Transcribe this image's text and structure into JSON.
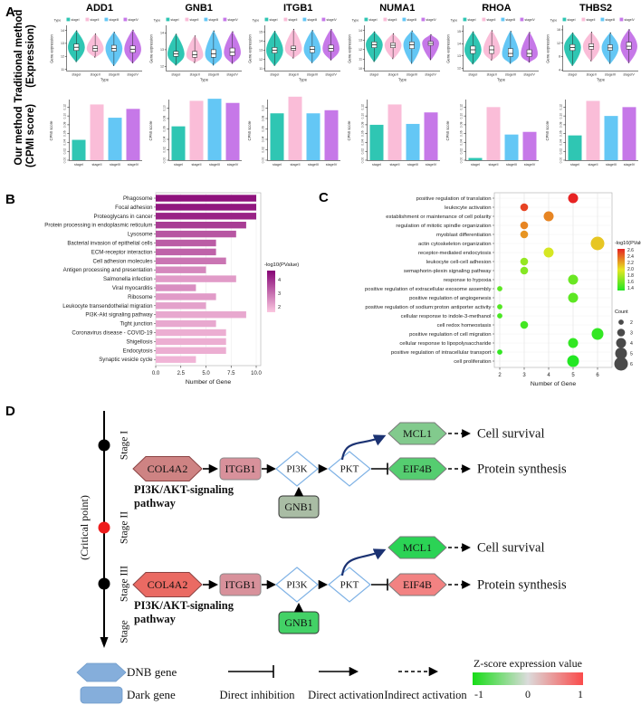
{
  "labels": {
    "a": "A",
    "b": "B",
    "c": "C",
    "d": "D"
  },
  "chart_data": [
    {
      "panel": "A-top",
      "type": "area",
      "variant": "violin",
      "row_label": [
        "Traditional method",
        "(Expression)"
      ],
      "legend_title": "Type",
      "ylabel": "Gene expression",
      "xlabel": "Type",
      "categories": [
        "stageI",
        "stageII",
        "stageIII",
        "stageIV"
      ],
      "stage_colors": [
        "#2FC6B3",
        "#FABDD8",
        "#64C7F5",
        "#C678E8"
      ],
      "genes": [
        {
          "name": "ADD1",
          "ylim": [
            10.9,
            14.25
          ],
          "yticks": [
            11,
            12,
            13,
            14
          ],
          "stats": [
            [
              11.55,
              14.0,
              12.45,
              12.95,
              12.7
            ],
            [
              11.9,
              13.75,
              12.4,
              12.8,
              12.6
            ],
            [
              11.25,
              13.9,
              12.4,
              12.85,
              12.6
            ],
            [
              11.45,
              14.05,
              12.3,
              12.8,
              12.55
            ]
          ]
        },
        {
          "name": "GNB1",
          "ylim": [
            11.75,
            14.35
          ],
          "yticks": [
            12,
            13,
            14
          ],
          "stats": [
            [
              12.05,
              13.95,
              12.6,
              12.9,
              12.75
            ],
            [
              12.2,
              13.85,
              12.55,
              12.9,
              12.7
            ],
            [
              12.05,
              14.15,
              12.55,
              13.0,
              12.75
            ],
            [
              12.15,
              14.1,
              12.65,
              13.1,
              12.85
            ]
          ]
        },
        {
          "name": "ITGB1",
          "ylim": [
            10.8,
            15.5
          ],
          "yticks": [
            11,
            12,
            13,
            14,
            15
          ],
          "stats": [
            [
              11.3,
              15.1,
              12.7,
              13.3,
              13.0
            ],
            [
              12.1,
              15.3,
              13.0,
              13.45,
              13.2
            ],
            [
              11.6,
              15.2,
              12.75,
              13.4,
              13.1
            ],
            [
              11.9,
              15.3,
              12.9,
              13.55,
              13.2
            ]
          ]
        },
        {
          "name": "NUMA1",
          "ylim": [
            9.8,
            14.35
          ],
          "yticks": [
            10,
            11,
            12,
            13,
            14
          ],
          "stats": [
            [
              10.7,
              13.9,
              12.2,
              12.8,
              12.5
            ],
            [
              11.0,
              13.7,
              12.2,
              12.7,
              12.45
            ],
            [
              10.5,
              14.0,
              12.1,
              12.8,
              12.5
            ],
            [
              10.9,
              13.6,
              12.45,
              12.85,
              12.65
            ]
          ]
        },
        {
          "name": "RHOA",
          "ylim": [
            11.8,
            15.35
          ],
          "yticks": [
            12,
            13,
            14,
            15
          ],
          "stats": [
            [
              12.3,
              15.0,
              13.2,
              13.8,
              13.5
            ],
            [
              12.6,
              15.1,
              13.2,
              13.8,
              13.5
            ],
            [
              12.35,
              15.05,
              12.95,
              13.6,
              13.2
            ],
            [
              12.45,
              14.95,
              12.95,
              13.5,
              13.2
            ]
          ]
        },
        {
          "name": "THBS2",
          "ylim": [
            3.8,
            16.8
          ],
          "yticks": [
            4,
            8,
            12,
            16
          ],
          "stats": [
            [
              5.2,
              15.2,
              9.8,
              11.6,
              10.7
            ],
            [
              6.5,
              15.4,
              10.2,
              11.8,
              11.0
            ],
            [
              5.8,
              15.2,
              9.9,
              11.5,
              10.6
            ],
            [
              6.0,
              16.2,
              10.2,
              12.3,
              11.1
            ]
          ]
        }
      ]
    },
    {
      "panel": "A-bottom",
      "type": "bar",
      "row_label": [
        "Our method",
        "(CPMI score)"
      ],
      "ylabel": "CPMI score",
      "categories": [
        "stageI",
        "stageII",
        "stageIII",
        "stageIV"
      ],
      "stage_colors": [
        "#2FC6B3",
        "#FABDD8",
        "#64C7F5",
        "#C678E8"
      ],
      "genes": [
        {
          "name": "ADD1",
          "yticks": [
            0,
            0.02,
            0.04,
            0.06,
            0.08,
            0.1,
            0.12
          ],
          "values": [
            0.046,
            0.126,
            0.096,
            0.116
          ]
        },
        {
          "name": "GNB1",
          "yticks": [
            0,
            0.02,
            0.04,
            0.06,
            0.08,
            0.1
          ],
          "values": [
            0.065,
            0.114,
            0.118,
            0.11
          ]
        },
        {
          "name": "ITGB1",
          "yticks": [
            0,
            0.02,
            0.04,
            0.06,
            0.08,
            0.1
          ],
          "values": [
            0.09,
            0.122,
            0.09,
            0.096
          ]
        },
        {
          "name": "NUMA1",
          "yticks": [
            0,
            0.02,
            0.04,
            0.06,
            0.08,
            0.1,
            0.12
          ],
          "values": [
            0.08,
            0.126,
            0.082,
            0.108
          ]
        },
        {
          "name": "RHOA",
          "yticks": [
            0,
            0.02,
            0.04,
            0.06,
            0.08,
            0.1,
            0.12
          ],
          "values": [
            0.005,
            0.12,
            0.058,
            0.064
          ]
        },
        {
          "name": "THBS2",
          "yticks": [
            0,
            0.02,
            0.04,
            0.06,
            0.08,
            0.1,
            0.12
          ],
          "values": [
            0.056,
            0.134,
            0.1,
            0.12
          ]
        }
      ]
    },
    {
      "panel": "B",
      "type": "bar",
      "orientation": "horizontal",
      "xlabel": "Number of Gene",
      "xticks": [
        0.0,
        2.5,
        5.0,
        7.5,
        10.0
      ],
      "xlim": [
        0,
        10.45
      ],
      "legend_title": "-log10(PValue)",
      "legend_ticks": [
        4,
        3,
        2
      ],
      "rows": [
        {
          "term": "Phagosome",
          "genes": 10,
          "neglog10p": 4.5
        },
        {
          "term": "Focal adhesion",
          "genes": 10,
          "neglog10p": 4.4
        },
        {
          "term": "Proteoglycans in cancer",
          "genes": 10,
          "neglog10p": 4.2
        },
        {
          "term": "Protein processing in endoplasmic reticulum",
          "genes": 9,
          "neglog10p": 3.8
        },
        {
          "term": "Lysosome",
          "genes": 8,
          "neglog10p": 3.4
        },
        {
          "term": "Bacterial invasion of epithelial cells",
          "genes": 6,
          "neglog10p": 3.3
        },
        {
          "term": "ECM-receptor interaction",
          "genes": 6,
          "neglog10p": 3.2
        },
        {
          "term": "Cell adhesion molecules",
          "genes": 7,
          "neglog10p": 2.9
        },
        {
          "term": "Antigen processing and presentation",
          "genes": 5,
          "neglog10p": 2.6
        },
        {
          "term": "Salmonella infection",
          "genes": 8,
          "neglog10p": 2.3
        },
        {
          "term": "Viral myocarditis",
          "genes": 4,
          "neglog10p": 2.5
        },
        {
          "term": "Ribosome",
          "genes": 6,
          "neglog10p": 2.3
        },
        {
          "term": "Leukocyte transendothelial migration",
          "genes": 5,
          "neglog10p": 2.2
        },
        {
          "term": "PI3K-Akt signaling pathway",
          "genes": 9,
          "neglog10p": 2.1
        },
        {
          "term": "Tight junction",
          "genes": 6,
          "neglog10p": 2.1
        },
        {
          "term": "Coronavirus disease - COVID-19",
          "genes": 7,
          "neglog10p": 2.0
        },
        {
          "term": "Shigellosis",
          "genes": 7,
          "neglog10p": 2.0
        },
        {
          "term": "Endocytosis",
          "genes": 7,
          "neglog10p": 2.0
        },
        {
          "term": "Synaptic vesicle cycle",
          "genes": 4,
          "neglog10p": 1.9
        }
      ]
    },
    {
      "panel": "C",
      "type": "scatter",
      "xlabel": "Number of Gene",
      "xticks": [
        2,
        3,
        4,
        5,
        6
      ],
      "color_legend_title": "-log10(PValue)",
      "color_legend_ticks": [
        2.6,
        2.4,
        2.2,
        2.0,
        1.8,
        1.6,
        1.4
      ],
      "size_legend_title": "Count",
      "size_legend_values": [
        2,
        3,
        4,
        5,
        6
      ],
      "rows": [
        {
          "term": "positive regulation of translation",
          "genes": 5,
          "neglog10p": 2.6,
          "count": 4
        },
        {
          "term": "leukocyte activation",
          "genes": 3,
          "neglog10p": 2.5,
          "count": 3
        },
        {
          "term": "establishment or maintenance of cell polarity",
          "genes": 4,
          "neglog10p": 2.3,
          "count": 4
        },
        {
          "term": "regulation of mitotic spindle organization",
          "genes": 3,
          "neglog10p": 2.3,
          "count": 3
        },
        {
          "term": "myoblast differentiation",
          "genes": 3,
          "neglog10p": 2.25,
          "count": 3
        },
        {
          "term": "actin cytoskeleton organization",
          "genes": 6,
          "neglog10p": 2.1,
          "count": 6
        },
        {
          "term": "receptor-mediated endocytosis",
          "genes": 4,
          "neglog10p": 1.95,
          "count": 4
        },
        {
          "term": "leukocyte cell-cell adhesion",
          "genes": 3,
          "neglog10p": 1.75,
          "count": 3
        },
        {
          "term": "semaphorin-plexin signaling pathway",
          "genes": 3,
          "neglog10p": 1.7,
          "count": 3
        },
        {
          "term": "response to hypoxia",
          "genes": 5,
          "neglog10p": 1.62,
          "count": 4
        },
        {
          "term": "positive regulation of extracellular exosome assembly",
          "genes": 2,
          "neglog10p": 1.58,
          "count": 2
        },
        {
          "term": "positive regulation of angiogenesis",
          "genes": 5,
          "neglog10p": 1.58,
          "count": 4
        },
        {
          "term": "positive regulation of sodium:proton antiporter activity",
          "genes": 2,
          "neglog10p": 1.55,
          "count": 2
        },
        {
          "term": "cellular response to indole-3-methanol",
          "genes": 2,
          "neglog10p": 1.52,
          "count": 2
        },
        {
          "term": "cell redox homeostasis",
          "genes": 3,
          "neglog10p": 1.5,
          "count": 3
        },
        {
          "term": "positive regulation of cell migration",
          "genes": 6,
          "neglog10p": 1.45,
          "count": 5
        },
        {
          "term": "cellular response to lipopolysaccharide",
          "genes": 5,
          "neglog10p": 1.45,
          "count": 4
        },
        {
          "term": "positive regulation of intracellular transport",
          "genes": 2,
          "neglog10p": 1.45,
          "count": 2
        },
        {
          "term": "cell proliferation",
          "genes": 5,
          "neglog10p": 1.4,
          "count": 5
        }
      ]
    }
  ],
  "panel_d": {
    "timeline": {
      "critical_point": "(Critical point)",
      "critical_color": "#E81212",
      "stages": [
        {
          "label": "Stage I",
          "dot_color": "#000000"
        },
        {
          "label": "Stage II",
          "dot_color": "#EE1C1C"
        },
        {
          "label": "Stage III",
          "dot_color": "#000000"
        }
      ],
      "axis_end_label": "Stage"
    },
    "pathway_label_lines": [
      "PI3K/AKT-signaling",
      "pathway"
    ],
    "pathway_label_color": "#1E6FD9",
    "rows": [
      {
        "stage": "Stage I",
        "nodes": {
          "col4a2": {
            "label": "COL4A2",
            "fill": "#CE8383"
          },
          "itgb1": {
            "label": "ITGB1",
            "fill": "#D8919B"
          },
          "pi3k": {
            "label": "PI3K"
          },
          "pkt": {
            "label": "PKT"
          },
          "gnb1": {
            "label": "GNB1",
            "fill": "#A9BCA4"
          },
          "mcl1": {
            "label": "MCL1",
            "fill": "#82CA8D"
          },
          "eif4b": {
            "label": "EIF4B",
            "fill": "#55CD70"
          }
        },
        "outputs": {
          "survival": "Cell survival",
          "synthesis": "Protein synthesis"
        }
      },
      {
        "stage": "Stage III",
        "nodes": {
          "col4a2": {
            "label": "COL4A2",
            "fill": "#EA6A63"
          },
          "itgb1": {
            "label": "ITGB1",
            "fill": "#D8919B"
          },
          "pi3k": {
            "label": "PI3K"
          },
          "pkt": {
            "label": "PKT"
          },
          "gnb1": {
            "label": "GNB1",
            "fill": "#43D166"
          },
          "mcl1": {
            "label": "MCL1",
            "fill": "#2BD355"
          },
          "eif4b": {
            "label": "EIF4B",
            "fill": "#F28282"
          }
        },
        "outputs": {
          "survival": "Cell survival",
          "synthesis": "Protein synthesis"
        }
      }
    ],
    "legend": {
      "dnb_gene": "DNB gene",
      "dark_gene": "Dark gene",
      "direct_inhibition": "Direct inhibition",
      "direct_activation": "Direct activation",
      "indirect_activation": "Indirect activation",
      "node_fill": "#85AEDB",
      "zscore_title": "Z-score expression value",
      "zscore_ticks": [
        "-1",
        "0",
        "1"
      ]
    }
  }
}
